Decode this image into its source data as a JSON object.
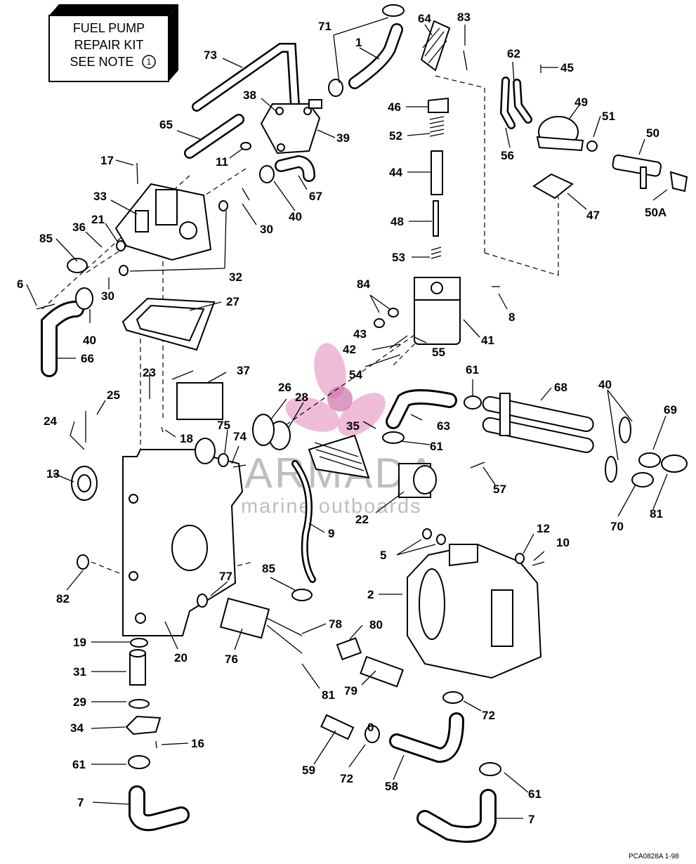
{
  "note_box": {
    "line1": "FUEL PUMP",
    "line2": "REPAIR KIT",
    "line3": "SEE NOTE",
    "note_ref": "1"
  },
  "watermark": {
    "brand": "ARMADA",
    "tagline": "marine outboards",
    "logo": "propeller-icon",
    "logo_color": "#e8a0c8"
  },
  "drawing_code": "PCA0828A  1-98",
  "part_callouts": [
    "1",
    "2",
    "5",
    "6",
    "7",
    "7",
    "8",
    "9",
    "10",
    "11",
    "12",
    "13",
    "16",
    "17",
    "18",
    "19",
    "20",
    "21",
    "22",
    "23",
    "24",
    "25",
    "26",
    "27",
    "28",
    "29",
    "30",
    "30",
    "31",
    "32",
    "33",
    "34",
    "35",
    "36",
    "37",
    "38",
    "39",
    "40",
    "40",
    "40",
    "41",
    "42",
    "43",
    "44",
    "45",
    "46",
    "47",
    "48",
    "49",
    "50",
    "50A",
    "51",
    "52",
    "53",
    "54",
    "55",
    "56",
    "57",
    "58",
    "59",
    "61",
    "61",
    "61",
    "61",
    "62",
    "63",
    "64",
    "65",
    "66",
    "67",
    "68",
    "69",
    "70",
    "71",
    "72",
    "72",
    "73",
    "74",
    "75",
    "76",
    "77",
    "78",
    "79",
    "80",
    "81",
    "81",
    "82",
    "83",
    "84",
    "85",
    "85",
    "0"
  ]
}
